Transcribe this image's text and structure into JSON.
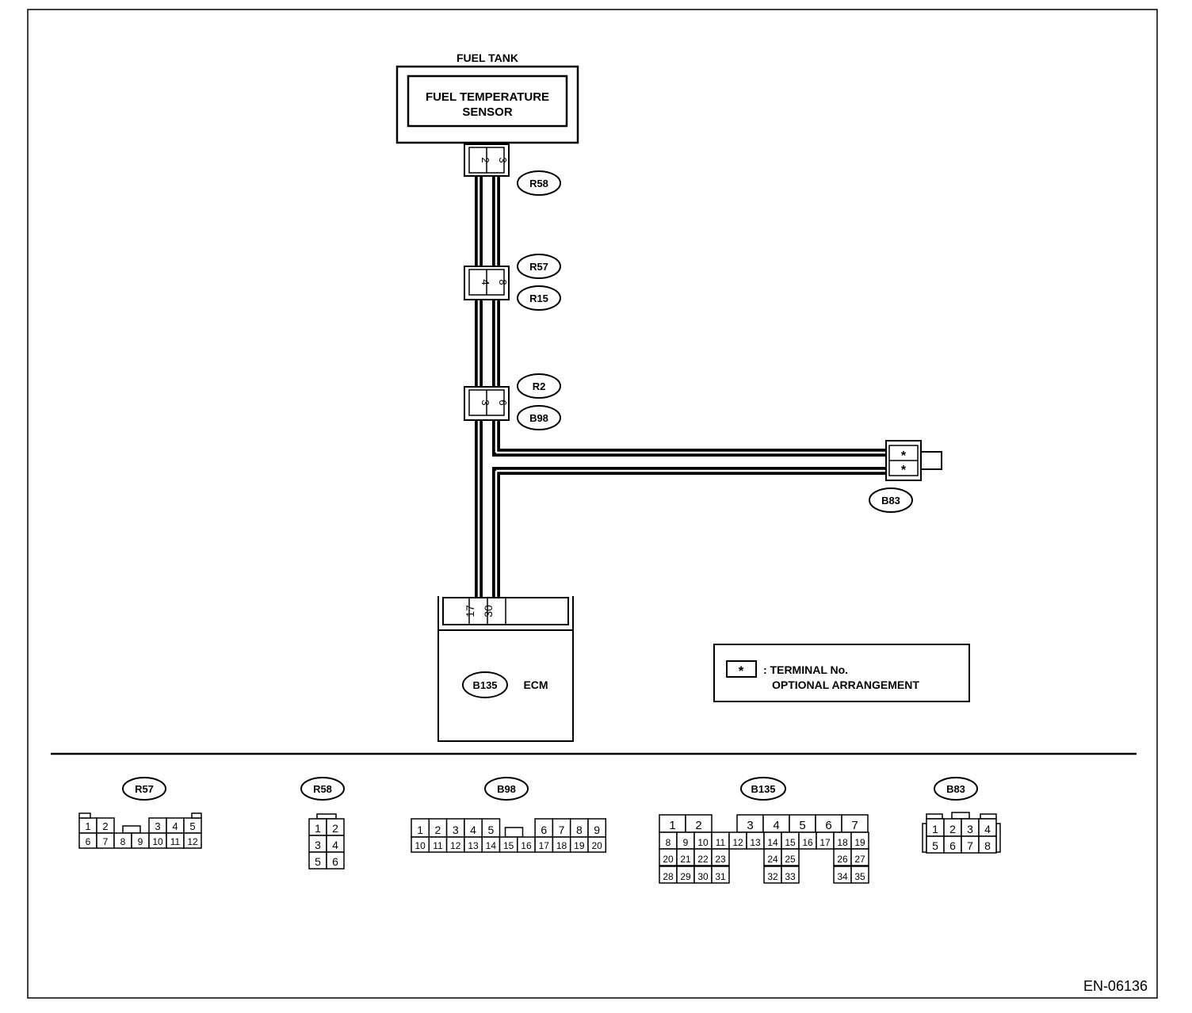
{
  "fuel_tank_label": "FUEL TANK",
  "sensor_line1": "FUEL TEMPERATURE",
  "sensor_line2": "SENSOR",
  "labels": {
    "r58": "R58",
    "r57": "R57",
    "r15": "R15",
    "r2": "R2",
    "b98": "B98",
    "b83": "B83",
    "b135": "B135",
    "ecm": "ECM"
  },
  "pins": {
    "r58_a": "2",
    "r58_b": "3",
    "r57_a": "4",
    "r57_b": "8",
    "r2_a": "3",
    "r2_b": "6",
    "ecm_a": "17",
    "ecm_b": "30",
    "b83_a": "*",
    "b83_b": "*"
  },
  "legend": {
    "symbol": "*",
    "line1": ": TERMINAL No.",
    "line2": "OPTIONAL ARRANGEMENT"
  },
  "bottom_connectors": {
    "r57": {
      "label": "R57",
      "row1": [
        "1",
        "2",
        "3",
        "4",
        "5"
      ],
      "row2": [
        "6",
        "7",
        "8",
        "9",
        "10",
        "11",
        "12"
      ]
    },
    "r58": {
      "label": "R58",
      "cells": [
        "1",
        "2",
        "3",
        "4",
        "5",
        "6"
      ]
    },
    "b98": {
      "label": "B98",
      "row1": [
        "1",
        "2",
        "3",
        "4",
        "5",
        "6",
        "7",
        "8",
        "9"
      ],
      "row2": [
        "10",
        "11",
        "12",
        "13",
        "14",
        "15",
        "16",
        "17",
        "18",
        "19",
        "20"
      ]
    },
    "b135": {
      "label": "B135",
      "row1": [
        "1",
        "2",
        "3",
        "4",
        "5",
        "6",
        "7"
      ],
      "row2": [
        "8",
        "9",
        "10",
        "11",
        "12",
        "13",
        "14",
        "15",
        "16",
        "17",
        "18",
        "19"
      ],
      "row3": [
        "20",
        "21",
        "22",
        "23",
        "24",
        "25",
        "26",
        "27"
      ],
      "row4": [
        "28",
        "29",
        "30",
        "31",
        "32",
        "33",
        "34",
        "35"
      ]
    },
    "b83": {
      "label": "B83",
      "row1": [
        "1",
        "2",
        "3",
        "4"
      ],
      "row2": [
        "5",
        "6",
        "7",
        "8"
      ]
    }
  },
  "figure_id": "EN-06136"
}
